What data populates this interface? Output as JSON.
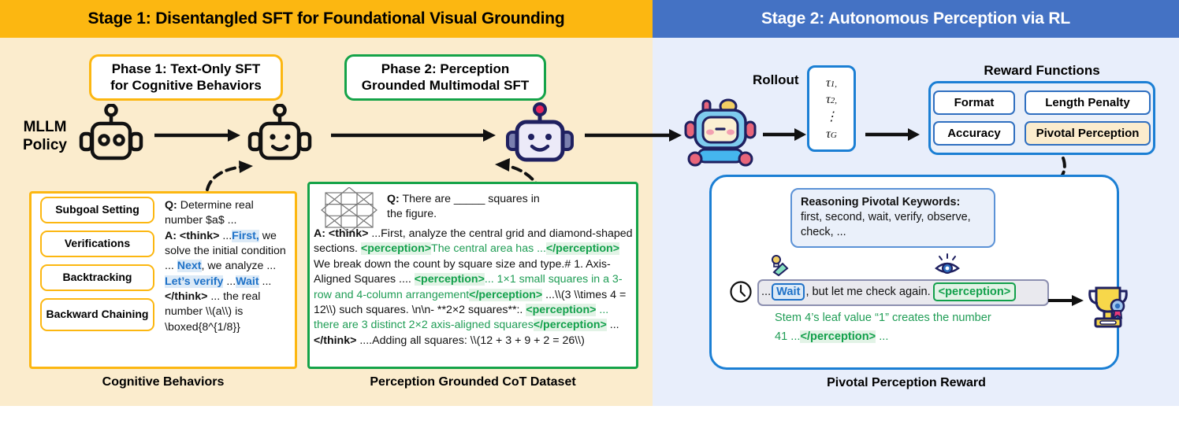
{
  "stages": {
    "stage1": {
      "title": "Stage 1: Disentangled SFT for Foundational Visual Grounding",
      "color": "#fcb711"
    },
    "stage2": {
      "title": "Stage 2: Autonomous Perception via RL",
      "color": "#4472c4"
    }
  },
  "phases": {
    "phase1": {
      "line1": "Phase 1: Text-Only SFT",
      "line2": "for Cognitive Behaviors",
      "color": "#fcb711"
    },
    "phase2": {
      "line1": "Phase 2: Perception",
      "line2": "Grounded Multimodal SFT",
      "color": "#15a349"
    }
  },
  "policy": {
    "line1": "MLLM",
    "line2": "Policy",
    "icon": "robot-icon"
  },
  "cognitive": {
    "caption": "Cognitive Behaviors",
    "behaviors": [
      {
        "label": "Subgoal Setting"
      },
      {
        "label": "Verifications"
      },
      {
        "label": "Backtracking"
      },
      {
        "label": "Backward Chaining"
      }
    ],
    "sample": {
      "q_label": "Q:",
      "q_text": " Determine real number $a$  ...",
      "a_label": "A: <think>",
      "a_pre": "  ...",
      "kw1": "First,",
      "seg1": " we solve the initial condition ... ",
      "kw2": "Next",
      "seg2": ", we analyze ... ",
      "kw3": "Let’s verify",
      "seg3": " ...",
      "kw4": "Wait",
      "seg4": " ...",
      "close_tag": "</think>",
      "tail": " ... the real number \\\\(a\\\\) is \\boxed{8^{1/8}}"
    }
  },
  "cot": {
    "caption": "Perception Grounded CoT Dataset",
    "figure_name": "grid-diamond-squares-figure",
    "question": {
      "label": "Q:",
      "text": " There are _____ squares in the figure."
    },
    "answer": {
      "label": "A: <think>",
      "p1": "  ...First,  analyze the central grid and diamond-shaped sections. ",
      "tag_open_1": "<perception>",
      "g1": "The central area has ...",
      "tag_close_1": "</perception>",
      "p2": " We break down the count by square size and type.# 1. Axis-Aligned Squares  .... ",
      "tag_open_2": "<perception>",
      "g2": "... 1×1 small squares in a 3-row and 4-column arrangement",
      "tag_close_2": "</perception>",
      "p3": " ...\\\\(3 \\\\times 4 = 12\\\\) such squares.  \\n\\n- **2×2 squares**:. ",
      "tag_open_3": "<perception>",
      "g3": " ... there are 3 distinct 2×2 axis-aligned squares",
      "tag_close_3": "</perception>",
      "p4": " ...",
      "close_tag": "</think>",
      "tail": " ....Adding all squares: \\\\(12 + 3 + 9 + 2 = 26\\\\)"
    }
  },
  "rollout": {
    "label": "Rollout",
    "items": [
      "τ",
      "τ",
      "⋮",
      "τ"
    ],
    "tau1": "τ",
    "sub1": "1,",
    "tau2": "τ",
    "sub2": "2,",
    "dots": "⋮",
    "tauG": "τ",
    "subG": "G"
  },
  "rewards": {
    "title": "Reward Functions",
    "chips": [
      {
        "label": "Format",
        "highlight": false
      },
      {
        "label": "Length Penalty",
        "highlight": false
      },
      {
        "label": "Accuracy",
        "highlight": false
      },
      {
        "label": "Pivotal Perception",
        "highlight": true
      }
    ],
    "highlight_color": "#fbeccd"
  },
  "pivotal": {
    "caption": "Pivotal Perception Reward",
    "keywords": {
      "title": "Reasoning Pivotal Keywords:",
      "body": "first, second, wait, verify, observe, check, ..."
    },
    "sentence": {
      "prefix": "...",
      "keyword": "Wait",
      "middle": ", but let me check again.",
      "perception_tag": "<perception>"
    },
    "grounded": {
      "line1": "Stem 4’s  leaf value “1” creates the number",
      "line2_pre": "41 ...",
      "close_tag": "</perception>",
      "line2_post": " ..."
    },
    "icons": {
      "clock": "clock-icon",
      "lightbulb": "lightbulb-idea-icon",
      "eye": "eye-observe-icon",
      "trophy": "trophy-icon",
      "robot": "rl-robot-icon"
    }
  }
}
